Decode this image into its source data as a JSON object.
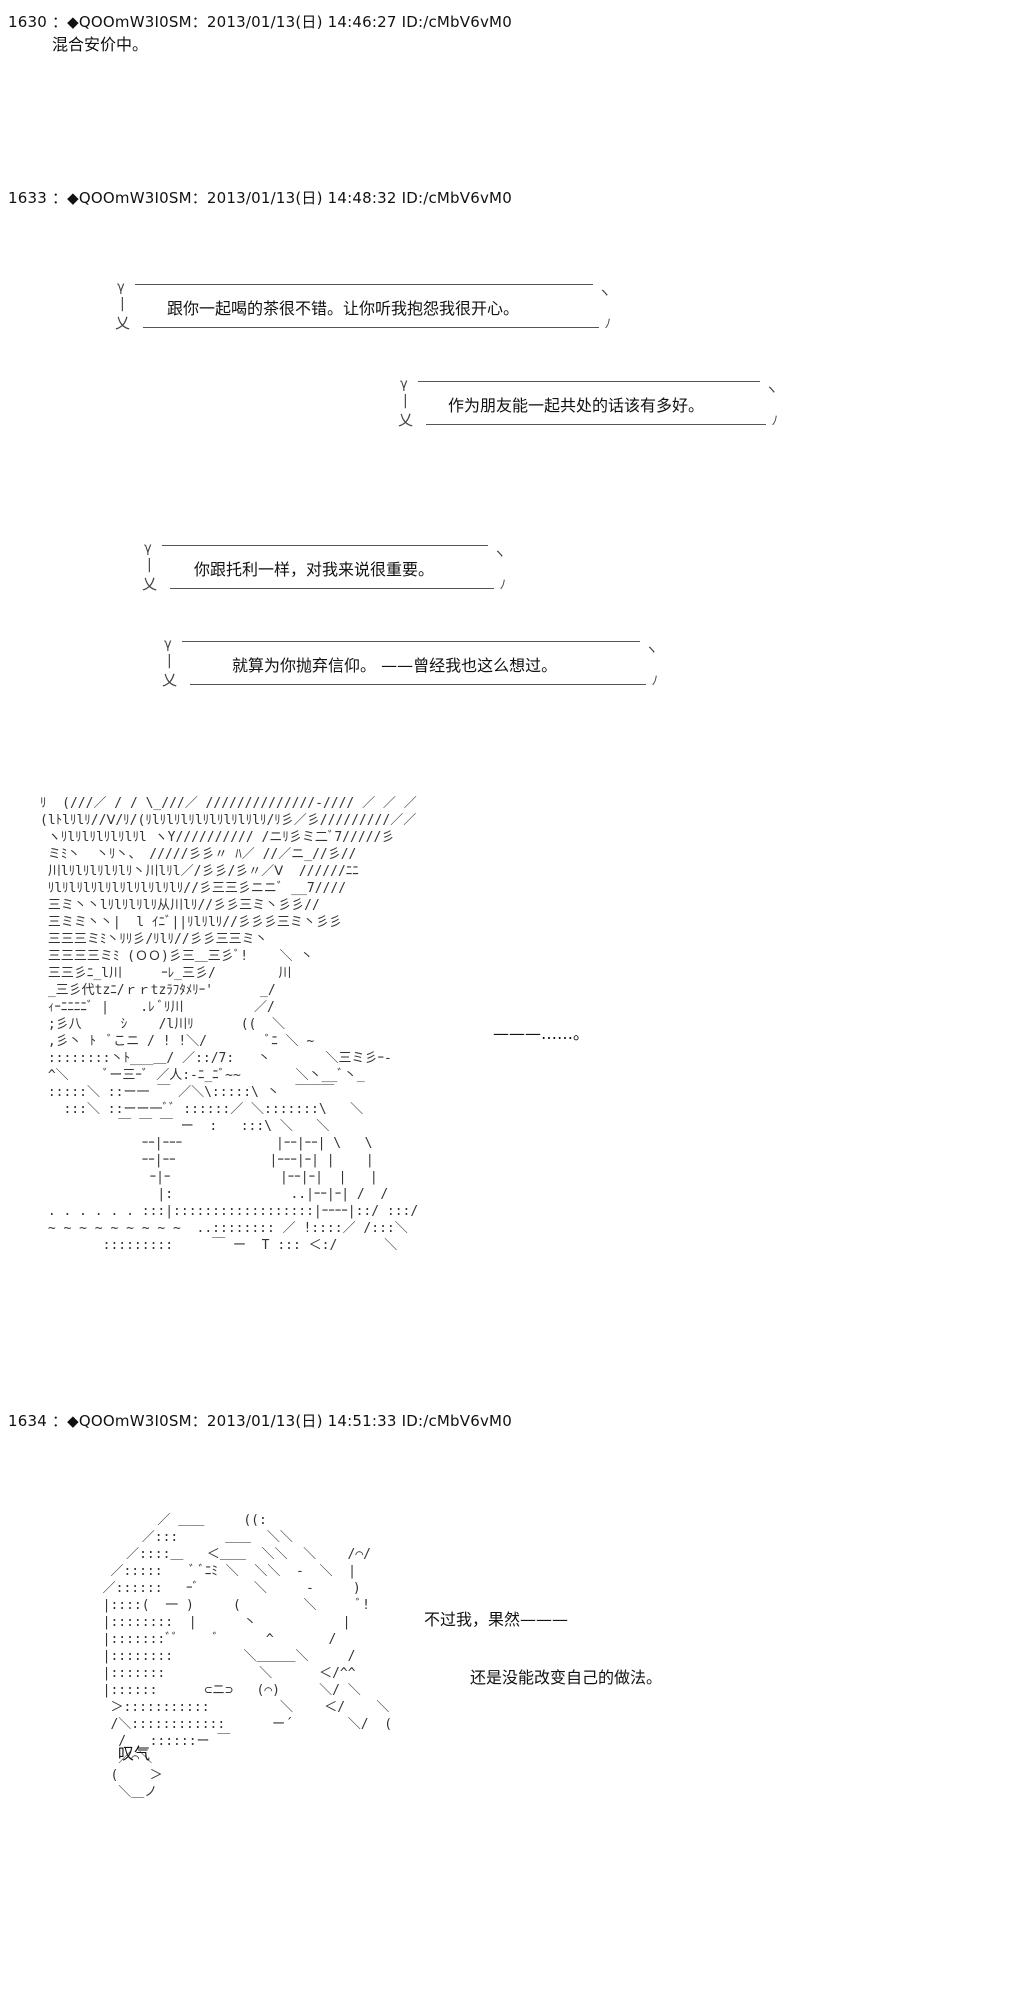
{
  "posts": [
    {
      "header": "1630 ：◆QOOmW3I0SM：2013/01/13(日) 14:46:27 ID:/cMbV6vM0",
      "body": "混合安价中。"
    },
    {
      "header": "1633 ：◆QOOmW3I0SM：2013/01/13(日) 14:48:32 ID:/cMbV6vM0",
      "bubbles": [
        "跟你一起喝的茶很不错。让你听我抱怨我很开心。",
        "作为朋友能一起共处的话该有多好。",
        "你跟托利一样，对我来说很重要。",
        "就算为你抛弃信仰。 ——曾经我也这么想过。"
      ],
      "aside": "———……。",
      "ascii_art": "ﾘ  (///／ / / \\_///／ //////////////-//// ／ ／ ／\n(lﾄlﾘlﾘ//Ⅴ/ﾘ/(ﾘlﾘlﾘlﾘlﾘlﾘlﾘlﾘlﾘ/ﾘ彡／彡/////////／／\n ヽﾘlﾘlﾘlﾘlﾘlﾘl ヽY////////// /ニﾘ彡ミ二ﾞ7/////彡\n ミﾐ丶  丶ﾘ丶、 /////彡彡〃 ﾊ／ //／ニ_//彡//\n 川lﾘlﾘlﾘlﾘlﾘ丶川lﾘl／/彡彡/彡〃／Ⅴ  //////ﾆﾆ\n ﾘlﾘlﾘlﾘlﾘlﾘlﾘlﾘlﾘlﾘ//彡三三彡ニニﾞ __7////\n 三ミ丶丶lﾘlﾘlﾘlﾘ从川lﾘ//彡彡三ミ丶彡彡//\n 三ミミ丶丶|  l ｲﾆﾞ||ﾘlﾘlﾘ//彡彡彡三ミ丶彡彡\n 三三三ミﾐ丶ﾘﾘ彡/ﾘlﾘ//彡彡三三ミ丶\n 三三三三ミﾐ (ＯＯ)彡三＿三彡ﾞ!    ＼ 丶\n 三三彡ﾆ_l川     ｰﾚ_三彡/        川\n _三彡代tzﾆ/ｒｒtzﾗﾌﾀﾒﾘｰ'      _/\n ｨｰﾆﾆﾆﾆﾞ |    .ﾚ ﾞﾘ川         ／/\n ;彡八     ｼ    /l川ﾘ      ((  ＼\n ,彡丶 ﾄ  ﾞこニ / ! !＼/        ﾞﾆ ＼ ~\n ::::::::丶ﾄ___＿/ ／::/7:   丶       ＼三ミ彡ｰ-\n ^＼     ﾞー三ｰﾞ ／人:-ﾆ_ﾆﾞ~~       ＼丶__ﾞ丶_\n :::::＼ ::ー一 ￣ ／＼\\:::::\\ 丶  ￣￣￣\n   :::＼ ::ーー一ﾞﾞ ::::::／ ＼:::::::\\   ＼\n          ￣ ￣ ￣ ー  :   :::\\ ＼   ＼\n             ｰｰ|ｰｰｰ            |ｰｰ|ｰｰ| \\   \\\n             ｰｰ|ｰｰ            |ｰｰｰ|ｰ| |    |\n              ｰ|ｰ              |ｰｰ|ｰ|  |   |\n               |:               ..|ｰｰ|ｰ| /  /\n . . . . . . :::|::::::::::::::::::|ｰｰｰｰ|::/ :::/\n ~ ~ ~ ~ ~ ~ ~ ~ ~  ..:::::::: ／ !::::／ /:::＼\n        :::::::::     ￣ ー  T ::: ＜:/      ＼"
    },
    {
      "header": "1634 ：◆QOOmW3I0SM：2013/01/13(日) 14:51:33 ID:/cMbV6vM0",
      "lines": [
        "不过我，果然———",
        "还是没能改变自己的做法。"
      ],
      "ascii_art": "               ／ ＿＿     ((:\n             ／:::      ＿＿  ＼＼\n           ／::::＿   ＜＿＿  ＼＼  ＼    /⌒/\n         ／:::::    ﾞ ﾞﾆﾐ ＼  ＼＼  -  ＼  |\n        ／::::::   ｰﾞ       ＼     -     )\n        |::::(  一 )     (        ＼     ﾞ!\n        |::::::::  |      丶           |\n        |:::::::ﾞﾞ     ﾞ      ^       /\n        |::::::::         ＼＿＿＿＼     /\n        |:::::::            ＼      ＜/^^\n        |::::::      ⊂ニ⊃   (⌒)     ＼/ ＼\n         ＞:::::::::::         ＼    ＜/    ＼\n         /＼::::::::::::      ー´       ＼/  (\n          /   ::::::ー ￣\n          ／⌒＼\n         (    ＞\n          ＼＿ノ",
      "sigh": "叹气"
    }
  ]
}
